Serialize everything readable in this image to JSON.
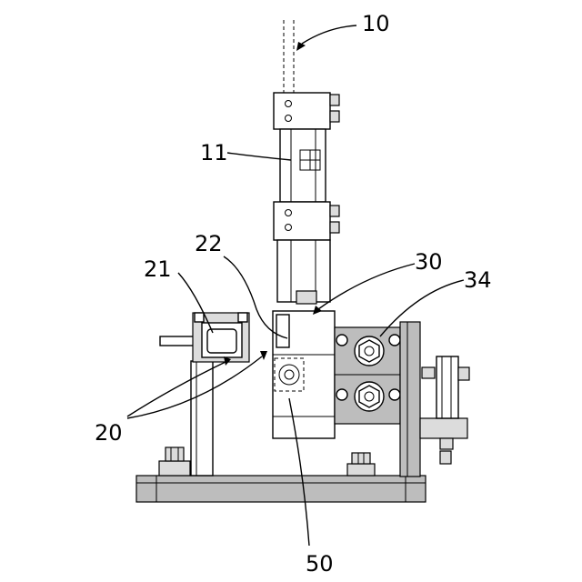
{
  "labels": {
    "l10": "10",
    "l11": "11",
    "l20": "20",
    "l21": "21",
    "l22": "22",
    "l30": "30",
    "l34": "34",
    "l50": "50"
  }
}
